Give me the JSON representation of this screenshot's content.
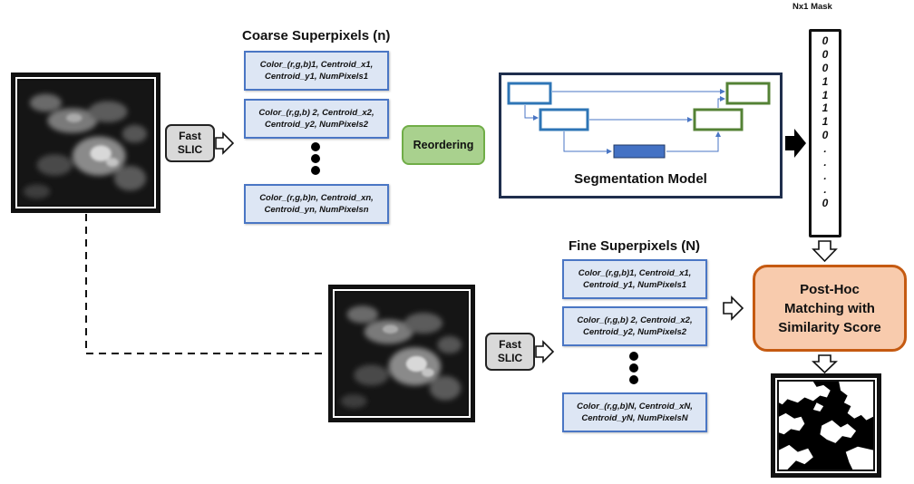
{
  "coarse": {
    "title": "Coarse Superpixels (n)",
    "boxes": [
      "Color_(r,g,b)1, Centroid_x1, Centroid_y1, NumPixels1",
      "Color_(r,g,b) 2, Centroid_x2, Centroid_y2, NumPixels2",
      "Color_(r,g,b)n, Centroid_xn, Centroid_yn, NumPixelsn"
    ]
  },
  "fine": {
    "title": "Fine Superpixels (N)",
    "boxes": [
      "Color_(r,g,b)1, Centroid_x1, Centroid_y1, NumPixels1",
      "Color_(r,g,b) 2, Centroid_x2, Centroid_y2, NumPixels2",
      "Color_(r,g,b)N, Centroid_xN, Centroid_yN, NumPixelsN"
    ]
  },
  "slic_label": "Fast\nSLIC",
  "reordering_label": "Reordering",
  "segmentation_label": "Segmentation Model",
  "mask": {
    "title": "Nx1 Mask",
    "values": [
      "0",
      "0",
      "0",
      "1",
      "1",
      "1",
      "1",
      "0",
      ".",
      ".",
      ".",
      ".",
      "0"
    ]
  },
  "posthoc_label": "Post-Hoc\nMatching with\nSimilarity Score",
  "colors": {
    "superpixel_fill": "#dde6f4",
    "superpixel_border": "#4a76c4",
    "reordering_fill": "#a9d18e",
    "posthoc_fill": "#f8cbad",
    "posthoc_border": "#c55a11",
    "encoder_blue": "#2e75b6",
    "decoder_green": "#548235"
  }
}
